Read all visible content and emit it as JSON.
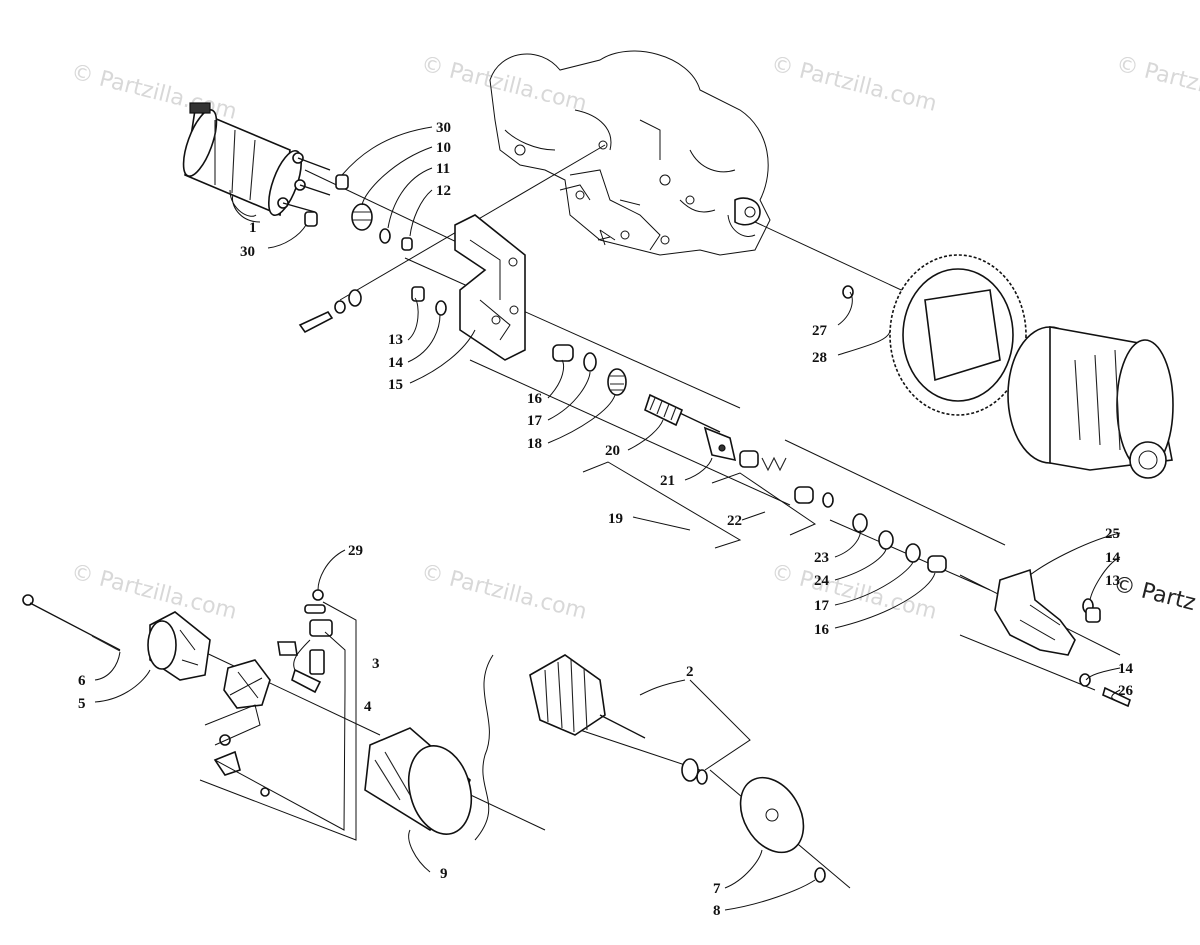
{
  "watermark": "© Partzilla.com",
  "edge_text": "© Partz",
  "callouts": [
    {
      "id": "c30a",
      "text": "30"
    },
    {
      "id": "c10",
      "text": "10"
    },
    {
      "id": "c11",
      "text": "11"
    },
    {
      "id": "c12",
      "text": "12"
    },
    {
      "id": "c1",
      "text": "1"
    },
    {
      "id": "c30b",
      "text": "30"
    },
    {
      "id": "c27",
      "text": "27"
    },
    {
      "id": "c28",
      "text": "28"
    },
    {
      "id": "c13a",
      "text": "13"
    },
    {
      "id": "c14a",
      "text": "14"
    },
    {
      "id": "c15",
      "text": "15"
    },
    {
      "id": "c16a",
      "text": "16"
    },
    {
      "id": "c17a",
      "text": "17"
    },
    {
      "id": "c18",
      "text": "18"
    },
    {
      "id": "c20",
      "text": "20"
    },
    {
      "id": "c21",
      "text": "21"
    },
    {
      "id": "c19",
      "text": "19"
    },
    {
      "id": "c22",
      "text": "22"
    },
    {
      "id": "c23",
      "text": "23"
    },
    {
      "id": "c24",
      "text": "24"
    },
    {
      "id": "c17b",
      "text": "17"
    },
    {
      "id": "c16b",
      "text": "16"
    },
    {
      "id": "c25",
      "text": "25"
    },
    {
      "id": "c14b",
      "text": "14"
    },
    {
      "id": "c13b",
      "text": "13"
    },
    {
      "id": "c14c",
      "text": "14"
    },
    {
      "id": "c26",
      "text": "26"
    },
    {
      "id": "c29",
      "text": "29"
    },
    {
      "id": "c3",
      "text": "3"
    },
    {
      "id": "c4",
      "text": "4"
    },
    {
      "id": "c6",
      "text": "6"
    },
    {
      "id": "c5",
      "text": "5"
    },
    {
      "id": "c2",
      "text": "2"
    },
    {
      "id": "c9",
      "text": "9"
    },
    {
      "id": "c7",
      "text": "7"
    },
    {
      "id": "c8",
      "text": "8"
    }
  ]
}
